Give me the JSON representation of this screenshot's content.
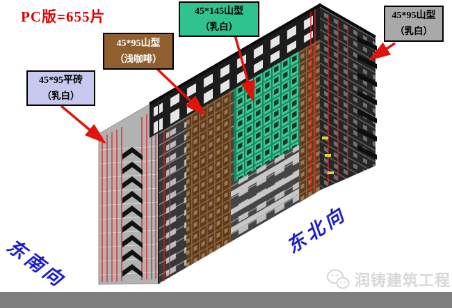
{
  "title": {
    "text": "PC版=655片",
    "color": "#e60000"
  },
  "callouts": [
    {
      "id": "flat-brick",
      "line1": "45*95平砖",
      "line2": "（乳白）",
      "bg": "#c9c9ef",
      "text_color": "#000000"
    },
    {
      "id": "shan-coffee",
      "line1": "45*95山型",
      "line2": "（浅咖啡）",
      "bg": "#8f5f2f",
      "text_color": "#ffffff"
    },
    {
      "id": "shan-145",
      "line1": "45*145山型",
      "line2": "（乳白）",
      "bg": "#2fc48e",
      "text_color": "#000000"
    },
    {
      "id": "shan-95",
      "line1": "45*95山型",
      "line2": "（乳白）",
      "bg": "#a9a9a9",
      "text_color": "#000000"
    }
  ],
  "directions": {
    "southeast": "东南向",
    "northeast": "东北向",
    "color": "#1d1dcf"
  },
  "watermark": {
    "text": "润铸建筑工程",
    "icon": "wechat-icon",
    "color": "#d8d8d8"
  },
  "arrow_color": "#e0140c",
  "footer_bar_color": "#7e7e7e",
  "building_palette": {
    "end_wall_gray": "#b2b2b2",
    "panel_dark": "#383838",
    "panel_mid": "#454545",
    "brown_panel": "#5e3a1e",
    "brown_grid": "#8a6238",
    "green_highlight": "#3cc795",
    "top_band_black": "#1c1c1c",
    "ne_face_dark": "#262626",
    "red_joint_line": "#e02020",
    "slab_light": "#c7c7c7",
    "balcony_black": "#111111",
    "yellow_mark": "#d8d838"
  }
}
